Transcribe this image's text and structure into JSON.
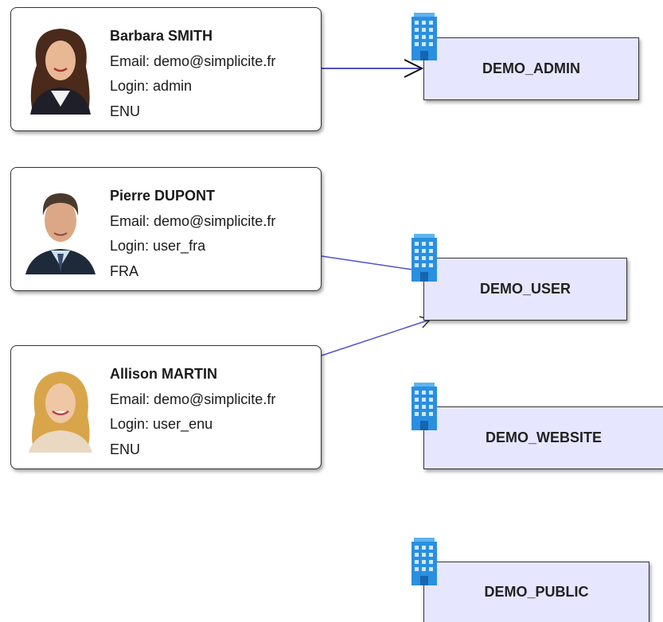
{
  "users": [
    {
      "name": "Barbara SMITH",
      "email": "Email: demo@simplicite.fr",
      "login": "Login: admin",
      "lang": "ENU"
    },
    {
      "name": "Pierre DUPONT",
      "email": "Email: demo@simplicite.fr",
      "login": "Login: user_fra",
      "lang": "FRA"
    },
    {
      "name": "Allison MARTIN",
      "email": "Email: demo@simplicite.fr",
      "login": "Login: user_enu",
      "lang": "ENU"
    }
  ],
  "groups": [
    "DEMO_ADMIN",
    "DEMO_USER",
    "DEMO_WEBSITE",
    "DEMO_PUBLIC"
  ],
  "colors": {
    "group_fill": "#e6e6ff",
    "edge": "#5252c7",
    "icon": "#2a8fe0"
  },
  "icons": {
    "avatar": "person-avatar-icon",
    "group": "building-icon"
  }
}
